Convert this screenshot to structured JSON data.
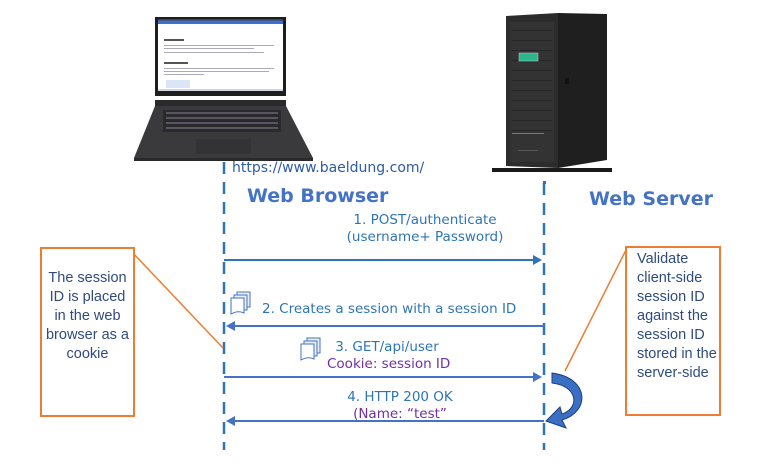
{
  "diagram": {
    "url": "https://www.baeldung.com/",
    "actors": {
      "client": {
        "label": "Web Browser",
        "icon": "laptop-icon"
      },
      "server": {
        "label": "Web Server",
        "icon": "server-tower-icon"
      }
    },
    "laptop_screen": {
      "headings": [
        "Introduction",
        "What is a Client?"
      ]
    },
    "messages": [
      {
        "step": 1,
        "direction": "browser-to-server",
        "line1": "1. POST/authenticate",
        "line2": "(username+ Password)"
      },
      {
        "step": 2,
        "direction": "server-to-browser",
        "line1": "2. Creates a session with a session ID",
        "icon": "document-stack-icon"
      },
      {
        "step": 3,
        "direction": "browser-to-server",
        "line1": "3. GET/api/user",
        "line2": "Cookie: session ID",
        "icon": "document-stack-icon"
      },
      {
        "step": 4,
        "direction": "server-to-browser",
        "line1": "4. HTTP 200 OK",
        "line2": "(Name: “test”"
      }
    ],
    "notes": {
      "left": "The session ID is placed in the web browser as a cookie",
      "right": "Validate client-side session ID against the session ID stored in the server-side"
    },
    "colors": {
      "lifeline": "#2e75b6",
      "arrow": "#4472c4",
      "note_border": "#ed7d31",
      "purple_text": "#7030a0",
      "title_blue": "#4472c4"
    }
  }
}
